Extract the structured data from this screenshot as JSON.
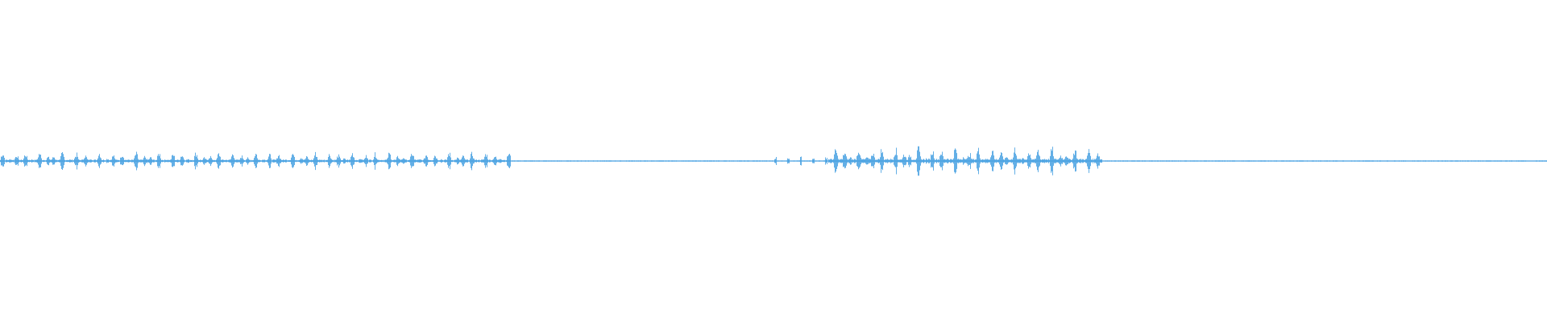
{
  "waveform": {
    "color": "#3d9be0",
    "background": "#ffffff",
    "segments": [
      {
        "start": 0.0,
        "end": 0.33,
        "amplitude": 0.45,
        "density": "bursty"
      },
      {
        "start": 0.33,
        "end": 0.5,
        "amplitude": 0.03,
        "density": "flat"
      },
      {
        "start": 0.5,
        "end": 0.535,
        "amplitude": 0.2,
        "density": "sparse"
      },
      {
        "start": 0.535,
        "end": 0.712,
        "amplitude": 0.7,
        "density": "bursty"
      },
      {
        "start": 0.712,
        "end": 1.0,
        "amplitude": 0.03,
        "density": "flat"
      }
    ]
  }
}
